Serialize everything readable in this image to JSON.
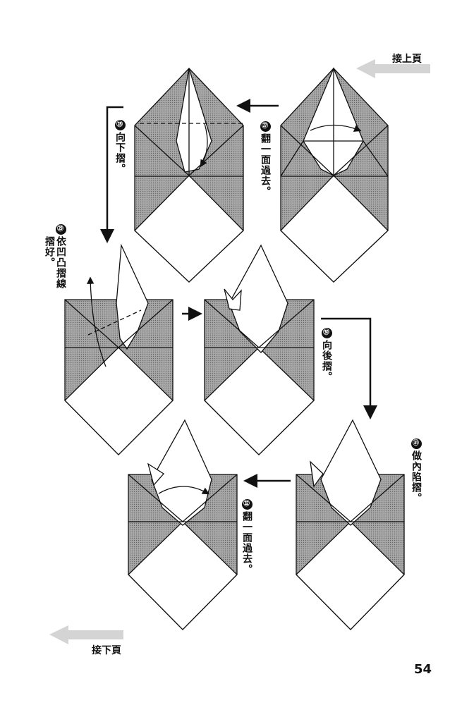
{
  "navigation": {
    "prev_label": "接上頁",
    "next_label": "接下頁"
  },
  "steps": [
    {
      "number": "㉗",
      "text": "翻一面過去。"
    },
    {
      "number": "㉘",
      "text": "向下摺。"
    },
    {
      "number": "㉙",
      "text_line1": "依凹凸摺線",
      "text_line2": "摺好。"
    },
    {
      "number": "㉚",
      "text": "向後摺。"
    },
    {
      "number": "㉛",
      "text": "做內陷摺。"
    },
    {
      "number": "㉜",
      "text": "翻一面過去。"
    }
  ],
  "page_number": "54",
  "colors": {
    "shade": "#9a9a9a",
    "line": "#111111",
    "nav_arrow": "#d4d4d4"
  }
}
